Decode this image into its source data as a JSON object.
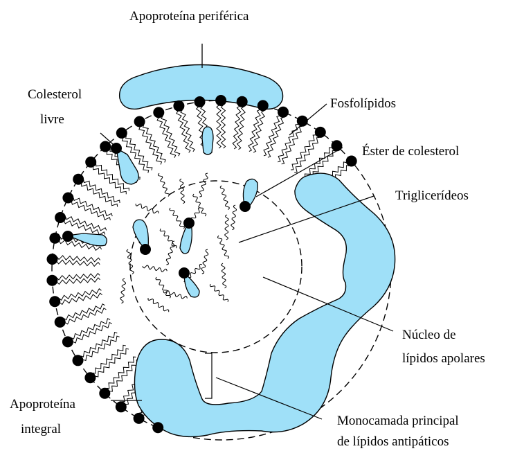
{
  "labels": {
    "peripheral_apoprotein": "Apoproteína periférica",
    "free_cholesterol_1": "Colesterol",
    "free_cholesterol_2": "livre",
    "phospholipids": "Fosfolípidos",
    "cholesterol_ester": "Éster de colesterol",
    "triglycerides": "Triglicerídeos",
    "apolar_core_1": "Núcleo de",
    "apolar_core_2": "lípidos apolares",
    "integral_apoprotein_1": "Apoproteína",
    "integral_apoprotein_2": "integral",
    "monolayer_1": "Monocamada principal",
    "monolayer_2": "de lípidos antipáticos"
  },
  "colors": {
    "protein_fill": "#9fe0f8",
    "stroke": "#000000",
    "head": "#000000"
  }
}
